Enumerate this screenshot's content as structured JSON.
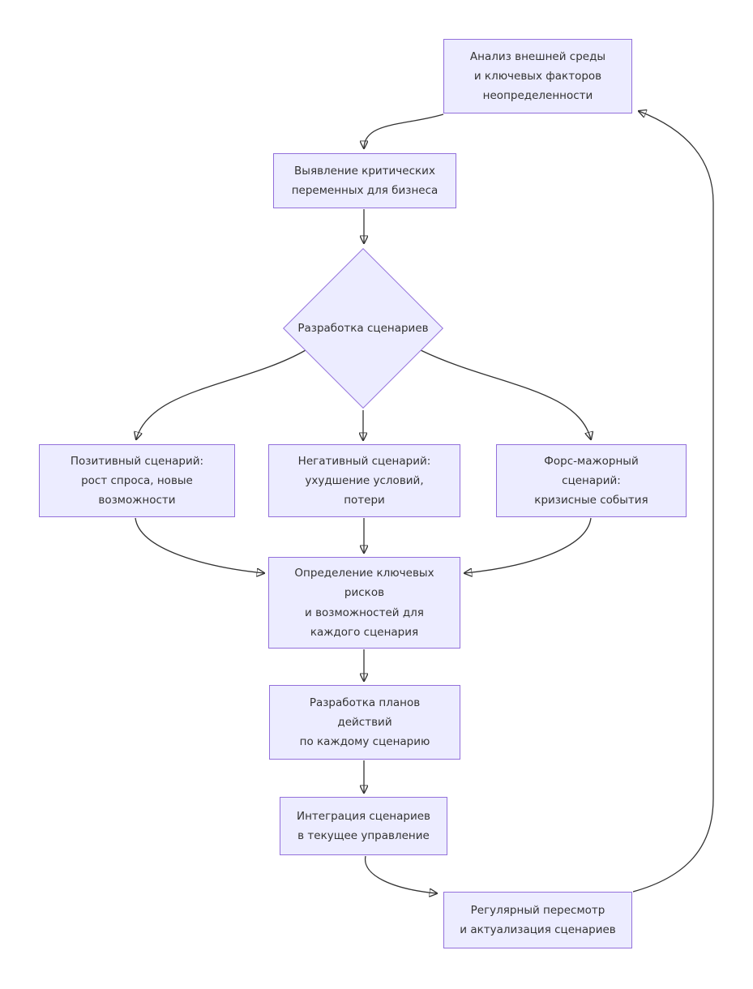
{
  "diagram_type": "flowchart",
  "colors": {
    "node_fill": "#ECECFF",
    "node_border": "#9370DB",
    "edge_color": "#333333",
    "text_color": "#333333",
    "background": "#FFFFFF"
  },
  "nodes": {
    "analysis": {
      "shape": "rect",
      "label": "Анализ внешней среды\nи ключевых факторов\nнеопределенности"
    },
    "critical_variables": {
      "shape": "rect",
      "label": "Выявление критических\nпеременных для бизнеса"
    },
    "scenario_development": {
      "shape": "diamond",
      "label": "Разработка сценариев"
    },
    "positive_scenario": {
      "shape": "rect",
      "label": "Позитивный сценарий:\nрост спроса, новые\nвозможности"
    },
    "negative_scenario": {
      "shape": "rect",
      "label": "Негативный сценарий:\nухудшение условий,\nпотери"
    },
    "force_majeure_scenario": {
      "shape": "rect",
      "label": "Форс-мажорный\nсценарий:\nкризисные события"
    },
    "risks_opportunities": {
      "shape": "rect",
      "label": "Определение ключевых\nрисков\nи возможностей для\nкаждого сценария"
    },
    "action_plans": {
      "shape": "rect",
      "label": "Разработка планов\nдействий\nпо каждому сценарию"
    },
    "integration": {
      "shape": "rect",
      "label": "Интеграция сценариев\nв текущее управление"
    },
    "regular_review": {
      "shape": "rect",
      "label": "Регулярный пересмотр\nи актуализация сценариев"
    }
  },
  "edges": [
    {
      "from": "analysis",
      "to": "critical_variables"
    },
    {
      "from": "critical_variables",
      "to": "scenario_development"
    },
    {
      "from": "scenario_development",
      "to": "positive_scenario"
    },
    {
      "from": "scenario_development",
      "to": "negative_scenario"
    },
    {
      "from": "scenario_development",
      "to": "force_majeure_scenario"
    },
    {
      "from": "positive_scenario",
      "to": "risks_opportunities"
    },
    {
      "from": "negative_scenario",
      "to": "risks_opportunities"
    },
    {
      "from": "force_majeure_scenario",
      "to": "risks_opportunities"
    },
    {
      "from": "risks_opportunities",
      "to": "action_plans"
    },
    {
      "from": "action_plans",
      "to": "integration"
    },
    {
      "from": "integration",
      "to": "regular_review"
    },
    {
      "from": "regular_review",
      "to": "analysis"
    }
  ]
}
